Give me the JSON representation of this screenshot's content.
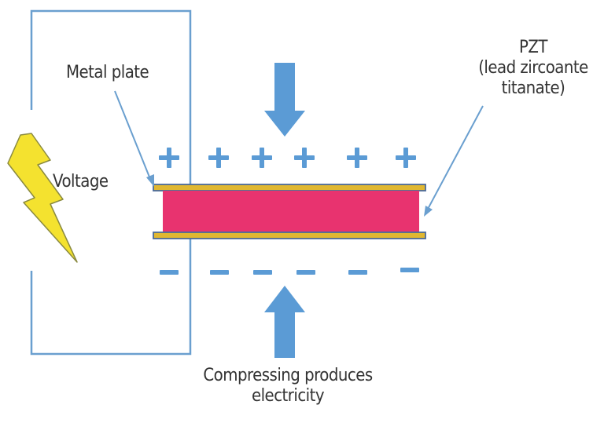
{
  "labels": {
    "metal_plate": "Metal plate",
    "voltage": "Voltage",
    "pzt_line1": "PZT",
    "pzt_line2": "(lead zircoante",
    "pzt_line3": "titanate)",
    "caption_line1": "Compressing produces",
    "caption_line2": "electricity"
  },
  "symbols": {
    "positive": "+",
    "negative": "−"
  },
  "colors": {
    "background": "#ffffff",
    "wire": "#6a9fcf",
    "arrow_fill": "#5b9bd5",
    "charge": "#5b9bd5",
    "crystal": "#e8336f",
    "plate_fill": "#e0b731",
    "plate_edge": "#4a6a9a",
    "lightning_fill": "#f4e22f",
    "lightning_edge": "#8a8a40",
    "text": "#333333"
  },
  "icons": {
    "lightning": "lightning-bolt-icon",
    "force_down": "arrow-down-icon",
    "force_up": "arrow-up-icon"
  }
}
